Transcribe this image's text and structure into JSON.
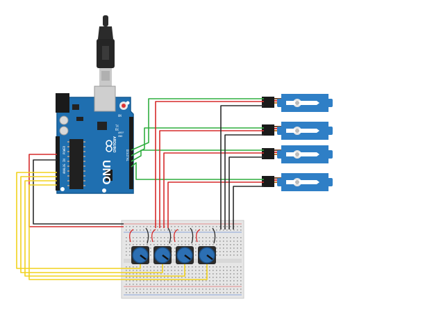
{
  "board": {
    "name_label": "UNO",
    "maker_label": "ARDUINO",
    "logo": "infinity-logo",
    "tx_label": "TX",
    "rx_label": "RX",
    "on_label": "ON",
    "digital_label": "DIGITAL",
    "analog_label": "ANALOG IN",
    "power_label": "POWER",
    "aref_label": "AREF",
    "gnd_label": "GND"
  },
  "colors": {
    "board": "#1f6fb0",
    "board_edge": "#155a91",
    "header": "#1b1b1b",
    "wire_red": "#d62a2a",
    "wire_green": "#2fae3f",
    "wire_black": "#2a2a2a",
    "wire_yellow": "#f2d21c",
    "servo": "#2f7fc6",
    "knob": "#2c6fb3",
    "breadboard": "#e6e6e6"
  },
  "components": {
    "servo_count": 4,
    "potentiometer_count": 4,
    "icons": [
      "usb-cable-icon",
      "servo-motor-icon",
      "potentiometer-icon",
      "breadboard-icon",
      "arduino-board-icon"
    ]
  }
}
